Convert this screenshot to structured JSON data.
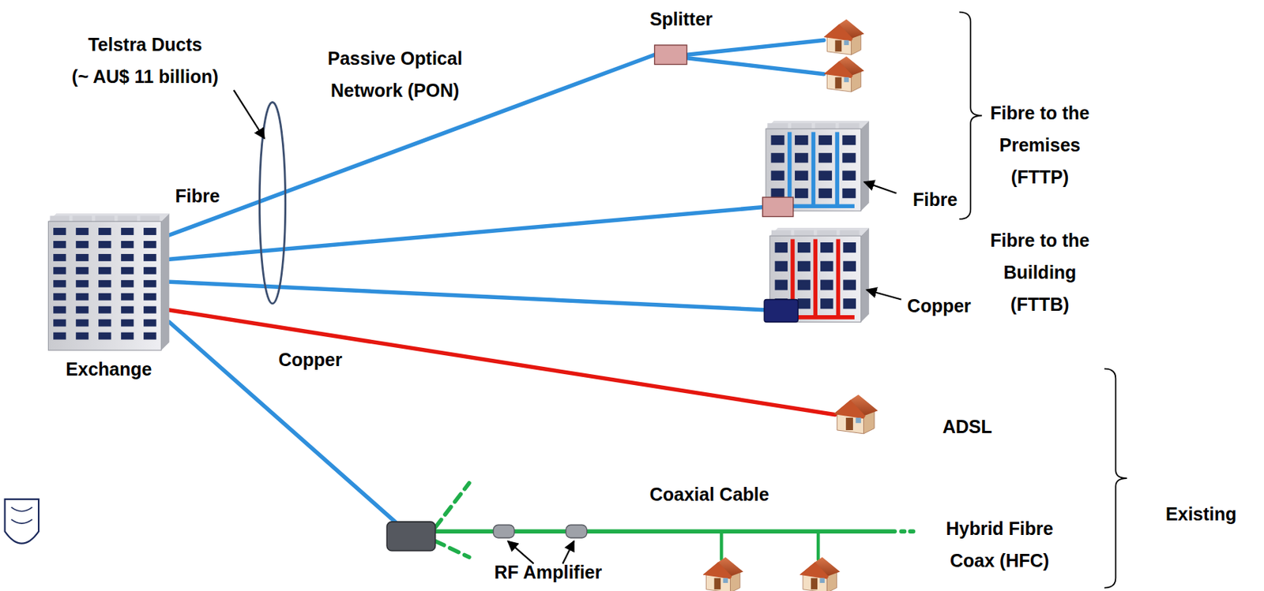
{
  "diagram": {
    "labels": [
      "Splitter",
      "Telstra Ducts (~ AU$ 11 billion)",
      "Passive Optical Network (PON)",
      "Fibre to the Premises (FTTP)",
      "Fibre",
      "Fibre",
      "Fibre to the Building (FTTB)",
      "Copper",
      "Exchange",
      "Copper",
      "ADSL",
      "Existing",
      "Coaxial Cable",
      "Hybrid Fibre Coax (HFC)",
      "RF Amplifier"
    ]
  }
}
